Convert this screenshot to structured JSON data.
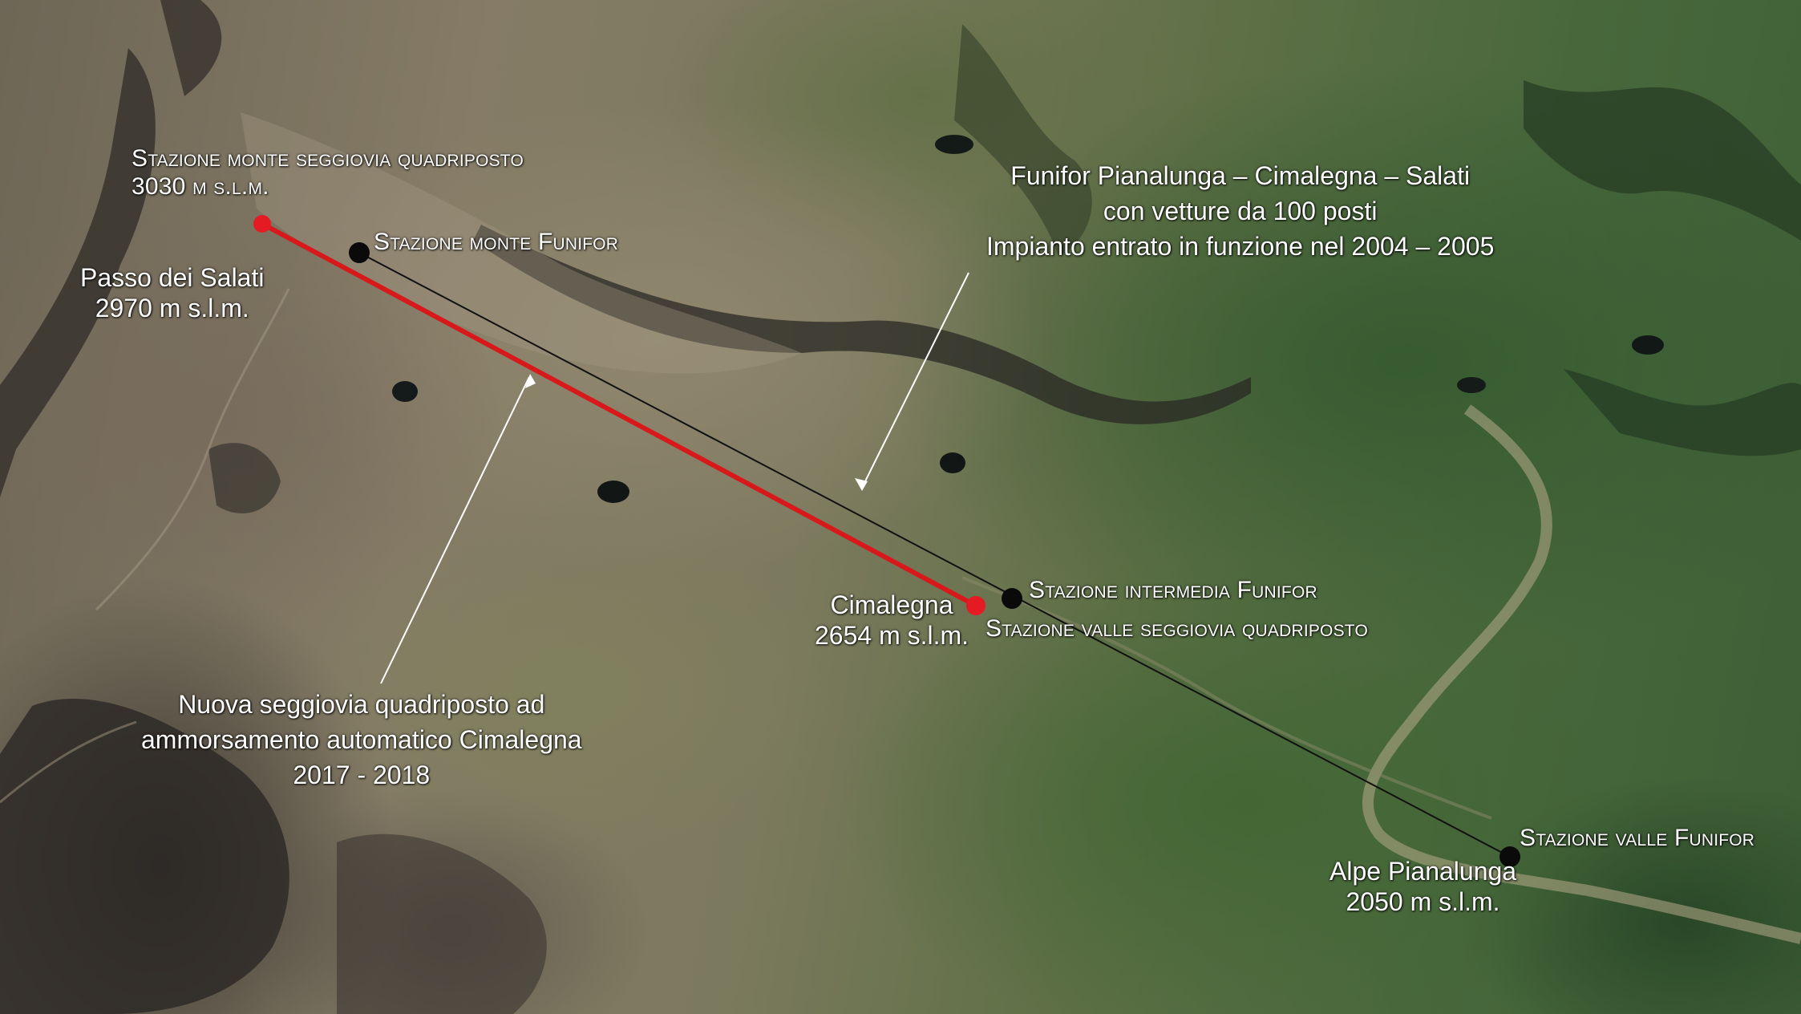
{
  "labels": {
    "monte_seggiovia": {
      "line1": "Stazione monte seggiovia quadriposto",
      "line2": "3030 m s.l.m."
    },
    "monte_funifor": "Stazione monte Funifor",
    "passo_salati": {
      "name": "Passo dei Salati",
      "altitude": "2970 m s.l.m."
    },
    "funifor_info": {
      "line1": "Funifor Pianalunga – Cimalegna – Salati",
      "line2": "con vetture da 100 posti",
      "line3": "Impianto entrato in funzione nel 2004 – 2005"
    },
    "intermedia_funifor": "Stazione intermedia Funifor",
    "valle_seggiovia": "Stazione valle seggiovia quadriposto",
    "cimalegna": {
      "name": "Cimalegna",
      "altitude": "2654 m s.l.m."
    },
    "seggiovia_info": {
      "line1": "Nuova seggiovia quadriposto ad",
      "line2": "ammorsamento automatico Cimalegna",
      "line3": "2017 - 2018"
    },
    "valle_funifor": "Stazione valle Funifor",
    "alpe_pianalunga": {
      "name": "Alpe Pianalunga",
      "altitude": "2050 m s.l.m."
    }
  },
  "colors": {
    "chairlift_line": "#d7191c",
    "funifor_line": "#111111",
    "station_red": "#e51b23",
    "station_black": "#0a0a0a",
    "label_text": "#ffffff"
  }
}
